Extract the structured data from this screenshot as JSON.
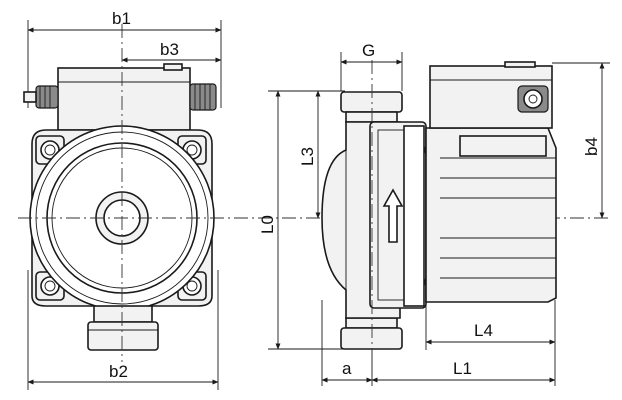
{
  "labels": {
    "b1": "b1",
    "b2": "b2",
    "b3": "b3",
    "G": "G",
    "L0": "L0",
    "L1": "L1",
    "L3": "L3",
    "L4": "L4",
    "a": "a",
    "b4": "b4"
  }
}
